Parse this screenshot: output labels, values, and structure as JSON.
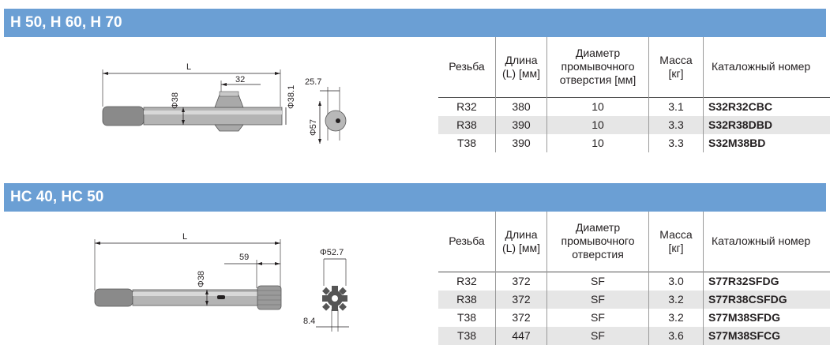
{
  "sections": [
    {
      "title": "H 50, H 60, H 70",
      "drawing_labels": {
        "length": "L",
        "d1": "32",
        "d2": "Φ38",
        "d3": "Φ38.1",
        "d4": "25.7",
        "d5": "Φ57"
      },
      "columns": [
        "Резьба",
        "Длина (L) [мм]",
        "Диаметр промывочного отверстия [мм]",
        "Масса [кг]",
        "Каталожный номер"
      ],
      "rows": [
        {
          "thread": "R32",
          "length": "380",
          "flush": "10",
          "mass": "3.1",
          "catalog": "S32R32CBC"
        },
        {
          "thread": "R38",
          "length": "390",
          "flush": "10",
          "mass": "3.3",
          "catalog": "S32R38DBD"
        },
        {
          "thread": "T38",
          "length": "390",
          "flush": "10",
          "mass": "3.3",
          "catalog": "S32M38BD"
        }
      ]
    },
    {
      "title": "HC 40, HC 50",
      "drawing_labels": {
        "length": "L",
        "d1": "59",
        "d2": "Φ38",
        "d3": "Φ52.7",
        "d4": "8.4"
      },
      "columns": [
        "Резьба",
        "Длина (L) [мм]",
        "Диаметр промывочного отверстия",
        "Масса [кг]",
        "Каталожный номер"
      ],
      "rows": [
        {
          "thread": "R32",
          "length": "372",
          "flush": "SF",
          "mass": "3.0",
          "catalog": "S77R32SFDG"
        },
        {
          "thread": "R38",
          "length": "372",
          "flush": "SF",
          "mass": "3.2",
          "catalog": "S77R38CSFDG"
        },
        {
          "thread": "T38",
          "length": "372",
          "flush": "SF",
          "mass": "3.2",
          "catalog": "S77M38SFDG"
        },
        {
          "thread": "T38",
          "length": "447",
          "flush": "SF",
          "mass": "3.6",
          "catalog": "S77M38SFCG"
        }
      ]
    }
  ],
  "colors": {
    "band": "#6b9fd4",
    "row_shade": "#e6e6e6",
    "steel": "#a9a9a9"
  }
}
